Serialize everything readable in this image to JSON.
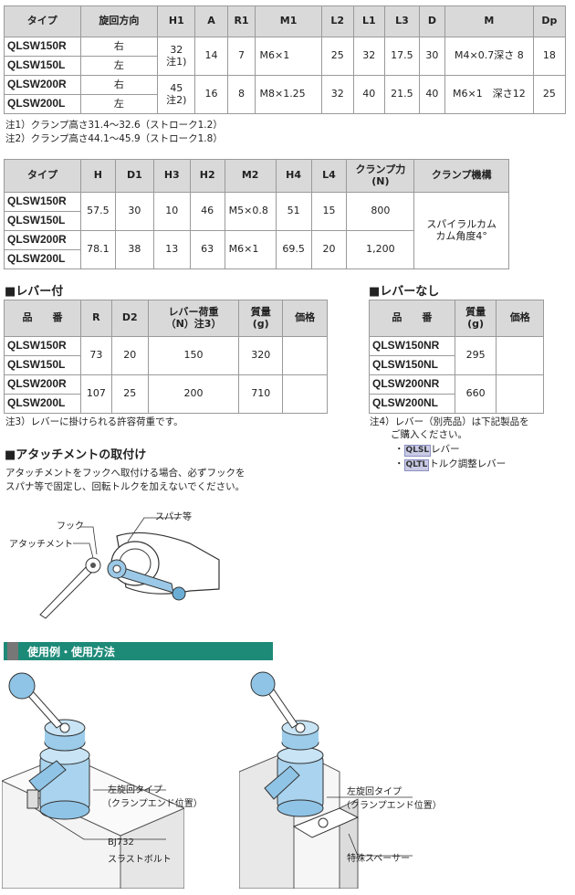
{
  "table1": {
    "headers": [
      "タイプ",
      "旋回方向",
      "H1",
      "A",
      "R1",
      "M1",
      "L2",
      "L1",
      "L3",
      "D",
      "M",
      "Dp"
    ],
    "rows": [
      {
        "type": "QLSW150R",
        "dir": "右"
      },
      {
        "type": "QLSW150L",
        "dir": "左"
      },
      {
        "type": "QLSW200R",
        "dir": "右"
      },
      {
        "type": "QLSW200L",
        "dir": "左"
      }
    ],
    "group1": {
      "h1": "32",
      "h1_note": "注1)",
      "a": "14",
      "r1": "7",
      "m1": "M6×1",
      "l2": "25",
      "l1": "32",
      "l3": "17.5",
      "d": "30",
      "m": "M4×0.7深さ 8",
      "dp": "18"
    },
    "group2": {
      "h1": "45",
      "h1_note": "注2)",
      "a": "16",
      "r1": "8",
      "m1": "M8×1.25",
      "l2": "32",
      "l1": "40",
      "l3": "21.5",
      "d": "40",
      "m": "M6×1　深さ12",
      "dp": "25"
    }
  },
  "notes1": [
    "注1）クランプ高さ31.4～32.6（ストローク1.2）",
    "注2）クランプ高さ44.1～45.9（ストローク1.8）"
  ],
  "table2": {
    "headers": [
      "タイプ",
      "H",
      "D1",
      "H3",
      "H2",
      "M2",
      "H4",
      "L4",
      "クランプ力",
      "(N)",
      "クランプ機構"
    ],
    "rows": [
      "QLSW150R",
      "QLSW150L",
      "QLSW200R",
      "QLSW200L"
    ],
    "group1": {
      "h": "57.5",
      "d1": "30",
      "h3": "10",
      "h2": "46",
      "m2": "M5×0.8",
      "h4": "51",
      "l4": "15",
      "force": "800"
    },
    "group2": {
      "h": "78.1",
      "d1": "38",
      "h3": "13",
      "h2": "63",
      "m2": "M6×1",
      "h4": "69.5",
      "l4": "20",
      "force": "1,200"
    },
    "mechanism_line1": "スパイラルカム",
    "mechanism_line2": "カム角度4°"
  },
  "lever_with": {
    "heading": "■レバー付",
    "headers": [
      "品　　番",
      "R",
      "D2",
      "レバー荷重",
      "（N）注3）",
      "質量",
      "(g)",
      "価格"
    ],
    "rows": [
      "QLSW150R",
      "QLSW150L",
      "QLSW200R",
      "QLSW200L"
    ],
    "group1": {
      "r": "73",
      "d2": "20",
      "load": "150",
      "mass": "320"
    },
    "group2": {
      "r": "107",
      "d2": "25",
      "load": "200",
      "mass": "710"
    },
    "note": "注3）レバーに掛けられる許容荷重です。"
  },
  "lever_without": {
    "heading": "■レバーなし",
    "headers": [
      "品　　番",
      "質量",
      "(g)",
      "価格"
    ],
    "rows": [
      "QLSW150NR",
      "QLSW150NL",
      "QLSW200NR",
      "QLSW200NL"
    ],
    "mass1": "295",
    "mass2": "660",
    "note_line1": "注4）レバー（別売品）は下記製品を",
    "note_line2": "ご購入ください。",
    "item1_tag": "QLSL",
    "item1_text": "レバー",
    "item2_tag": "QLTL",
    "item2_text": "トルク調整レバー"
  },
  "attachment": {
    "heading": "■アタッチメントの取付け",
    "text_line1": "アタッチメントをフックへ取付ける場合、必ずフックを",
    "text_line2": "スパナ等で固定し、回転トルクを加えないでください。",
    "label_hook": "フック",
    "label_spanner": "スパナ等",
    "label_attachment": "アタッチメント"
  },
  "usage": {
    "band_title": "使用例・使用方法",
    "left_label1": "左旋回タイプ",
    "left_label2": "（クランプエンド位置）",
    "left_label3": "BJ732",
    "left_label4": "スラストボルト",
    "right_label1": "左旋回タイプ",
    "right_label2": "（クランプエンド位置）",
    "right_label3": "特殊スペーサー"
  }
}
